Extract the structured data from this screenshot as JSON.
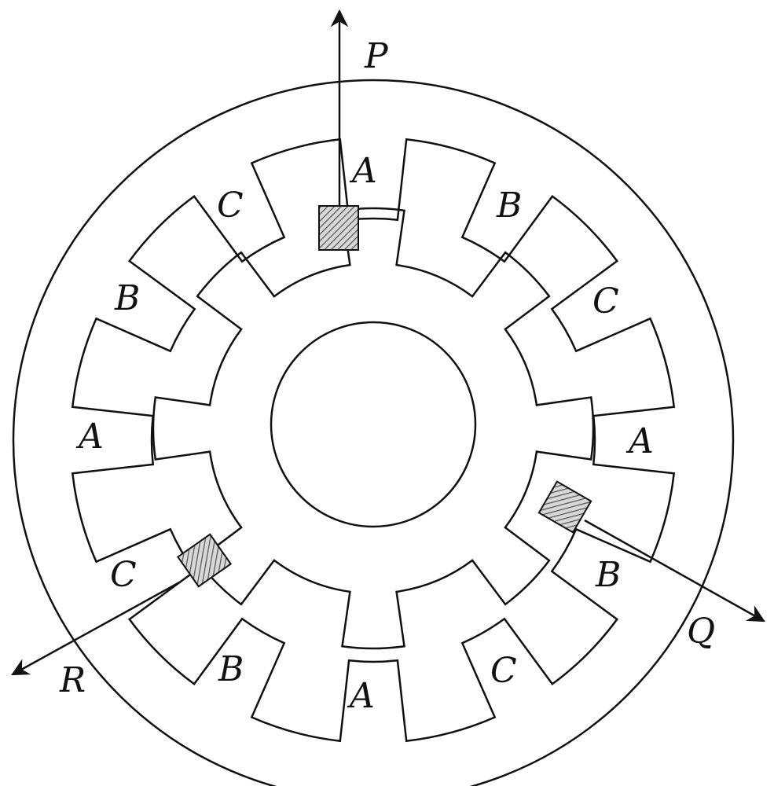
{
  "colors": {
    "stroke": "#111111",
    "background": "#ffffff",
    "hatch": "#555555",
    "hatch_fill": "#d8d8d8"
  },
  "diagram": {
    "stator_labels": [
      {
        "id": "top",
        "text": "A"
      },
      {
        "id": "top-right-1",
        "text": "B"
      },
      {
        "id": "top-right-2",
        "text": "C"
      },
      {
        "id": "right",
        "text": "A"
      },
      {
        "id": "bottom-right-1",
        "text": "B"
      },
      {
        "id": "bottom-right-2",
        "text": "C"
      },
      {
        "id": "bottom",
        "text": "A"
      },
      {
        "id": "bottom-left-1",
        "text": "B"
      },
      {
        "id": "bottom-left-2",
        "text": "C"
      },
      {
        "id": "left",
        "text": "A"
      },
      {
        "id": "top-left-1",
        "text": "B"
      },
      {
        "id": "top-left-2",
        "text": "C"
      }
    ],
    "axis_labels": {
      "p": "P",
      "q": "Q",
      "r": "R"
    },
    "stator_pole_count": 12,
    "rotor_tooth_count": 8,
    "sensor_count": 3
  }
}
